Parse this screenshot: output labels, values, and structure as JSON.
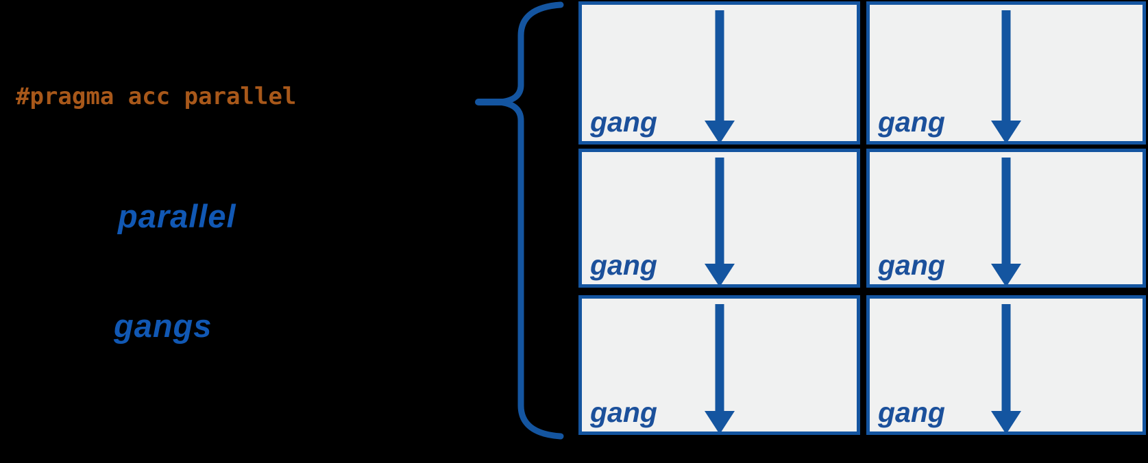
{
  "colors": {
    "background": "#000000",
    "line_blue": "#1455a0",
    "box_fill": "#f0f1f1",
    "gang_label_blue": "#1b509b",
    "keyword_blue": "#1158b4",
    "pragma_orange": "#a8581a"
  },
  "left_panel": {
    "pragma_directive": "#pragma acc parallel",
    "keyword_parallel": "parallel",
    "keyword_gangs": "gangs"
  },
  "grid": {
    "rows": 3,
    "columns": 2,
    "cell_label": "gang",
    "cell_icon": "down-arrow",
    "brace_icon": "left-curly-brace"
  }
}
